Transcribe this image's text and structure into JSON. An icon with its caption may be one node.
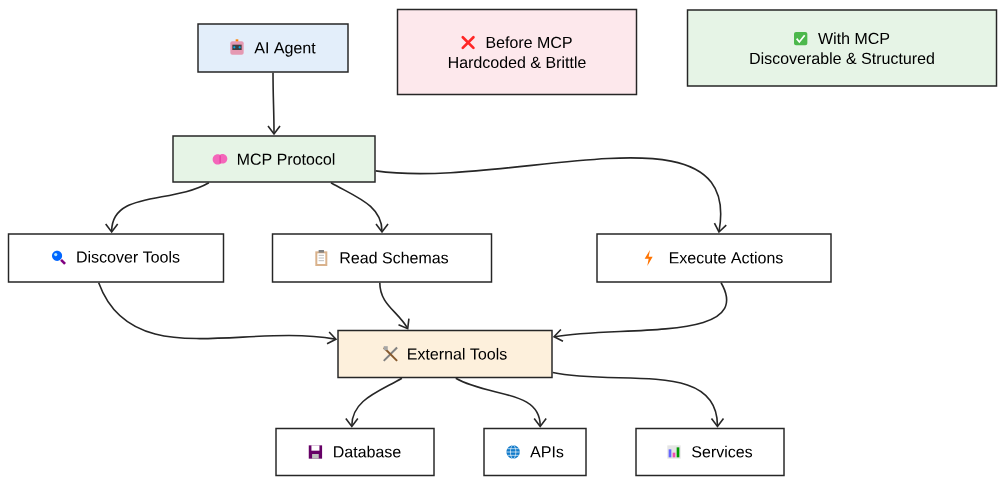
{
  "diagram": {
    "nodes": [
      {
        "text": [
          "AI Agent"
        ]
      },
      {
        "text": [
          "Before MCP",
          "Hardcoded & Brittle"
        ]
      },
      {
        "text": [
          "With MCP",
          "Discoverable & Structured"
        ]
      },
      {
        "text": [
          "MCP Protocol"
        ]
      },
      {
        "text": [
          "Discover Tools"
        ]
      },
      {
        "text": [
          "Read Schemas"
        ]
      },
      {
        "text": [
          "Execute Actions"
        ]
      },
      {
        "text": [
          "External Tools"
        ]
      },
      {
        "text": [
          "Database"
        ]
      },
      {
        "text": [
          "APIs"
        ]
      },
      {
        "text": [
          "Services"
        ]
      }
    ],
    "edges": [
      {
        "from": 0,
        "to": 3,
        "arrow": "to"
      },
      {
        "from": 3,
        "to": 4,
        "arrow": "to"
      },
      {
        "from": 3,
        "to": 5,
        "arrow": "to"
      },
      {
        "from": 3,
        "to": 6,
        "arrow": "to"
      },
      {
        "from": 4,
        "to": 7,
        "arrow": "to"
      },
      {
        "from": 5,
        "to": 7,
        "arrow": "to"
      },
      {
        "from": 6,
        "to": 7,
        "arrow": "to"
      },
      {
        "from": 7,
        "to": 8,
        "arrow": "to"
      },
      {
        "from": 7,
        "to": 9,
        "arrow": "to"
      },
      {
        "from": 7,
        "to": 10,
        "arrow": "to"
      }
    ]
  }
}
